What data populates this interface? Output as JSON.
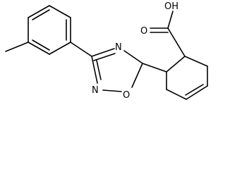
{
  "molecule": {
    "atom_labels": {
      "hydroxyl": "OH",
      "carbonyl_oxygen": "O",
      "ring_nitrogen_upper": "N",
      "ring_nitrogen_lower": "N",
      "ring_oxygen": "O"
    },
    "colors": {
      "bond": "#000000",
      "label": "#000000",
      "background": "#ffffff"
    }
  }
}
